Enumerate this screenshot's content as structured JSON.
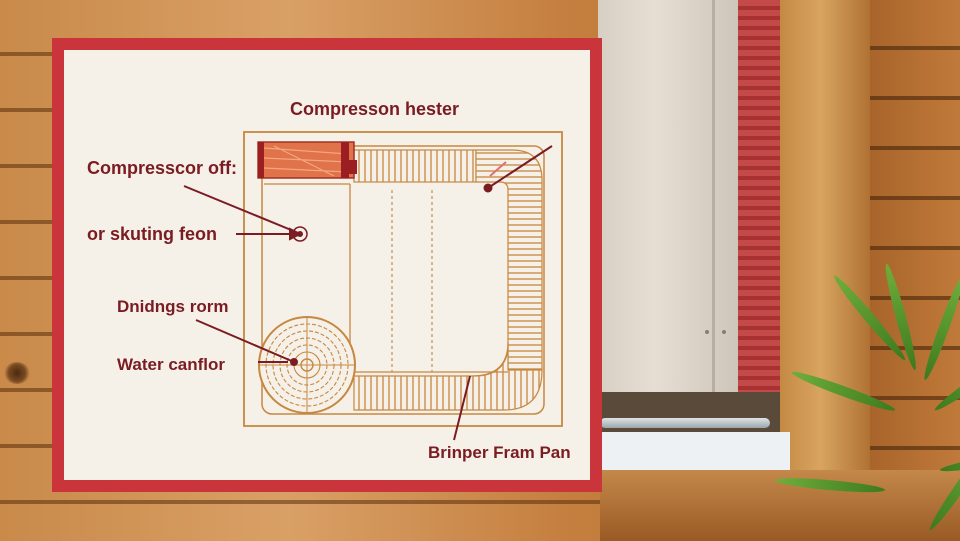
{
  "diagram": {
    "title": "Compresson hester",
    "labels": {
      "compressor_off": "Compresscor off:",
      "fan": "or skuting feon",
      "drain": "Dnidngs rorm",
      "water": "Water canflor",
      "pan": "Brinper Fram Pan"
    }
  },
  "colors": {
    "frame": "#c9353a",
    "paper": "#f5f0e8",
    "label": "#7a1c22",
    "line_art": "#c8873f",
    "heater": "#e0734a"
  }
}
